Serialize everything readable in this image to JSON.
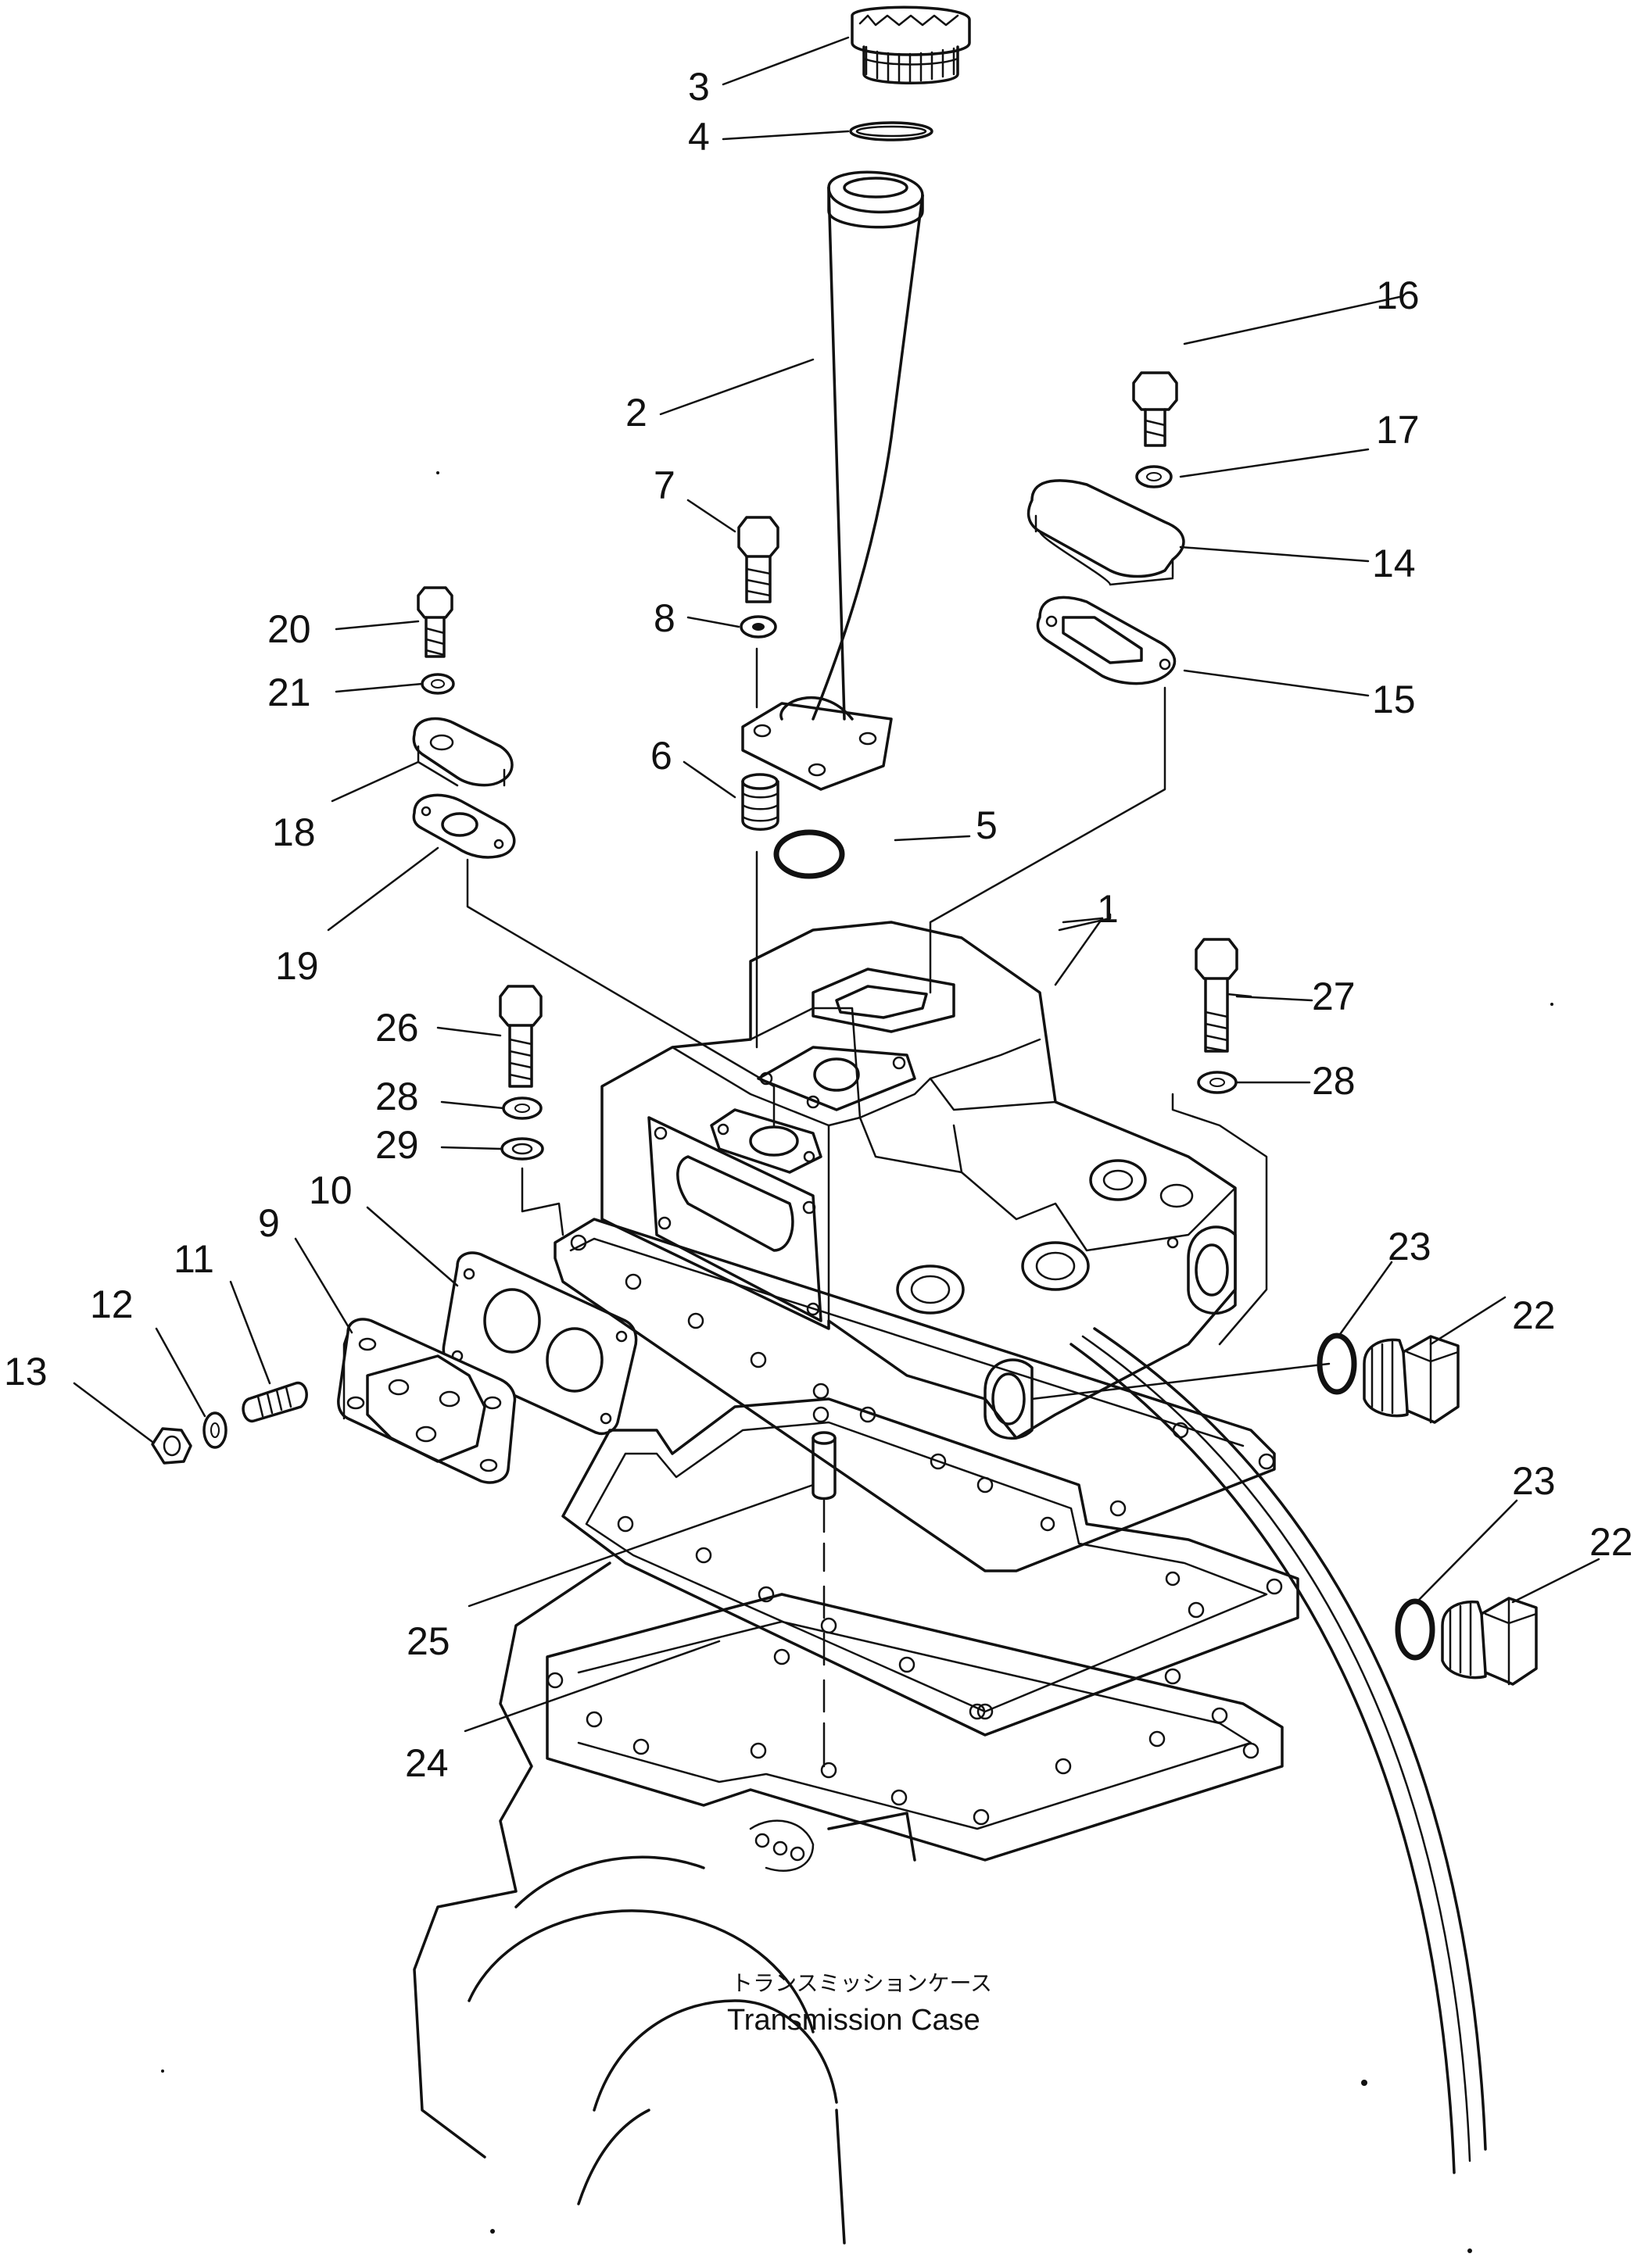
{
  "callouts": {
    "n1": "1",
    "n2": "2",
    "n3": "3",
    "n4": "4",
    "n5": "5",
    "n6": "6",
    "n7": "7",
    "n8": "8",
    "n9": "9",
    "n10": "10",
    "n11": "11",
    "n12": "12",
    "n13": "13",
    "n14": "14",
    "n15": "15",
    "n16": "16",
    "n17": "17",
    "n18": "18",
    "n19": "19",
    "n20": "20",
    "n21": "21",
    "n22a": "22",
    "n22b": "22",
    "n23a": "23",
    "n23b": "23",
    "n24": "24",
    "n25": "25",
    "n26": "26",
    "n27": "27",
    "n28a": "28",
    "n28b": "28",
    "n29": "29"
  },
  "case_label": {
    "japanese": "トランスミッションケース",
    "english": "Transmission Case"
  },
  "colors": {
    "line": "#111111",
    "background": "#ffffff"
  }
}
